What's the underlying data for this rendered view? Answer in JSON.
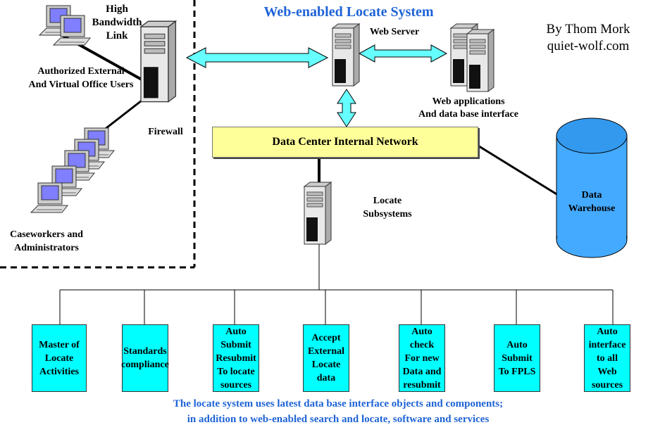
{
  "title": "Web-enabled Locate System",
  "author": "By Thom Mork\nquiet-wolf.com",
  "labels": {
    "high_bandwidth": "High\nBandwidth\nLink",
    "authorized_users": "Authorized External\nAnd Virtual Office Users",
    "firewall": "Firewall",
    "caseworkers": "Caseworkers and\nAdministrators",
    "web_server": "Web Server",
    "web_apps": "Web applications\nAnd  data base interface",
    "data_center": "Data Center Internal Network",
    "locate_subsystems": "Locate\nSubsystems",
    "data_warehouse": "Data\nWarehouse"
  },
  "boxes": [
    "Master of\nLocate\nActivities",
    "Standards\ncompliance",
    "Auto\nSubmit\nResubmit\nTo locate\nsources",
    "Accept\nExternal\nLocate\ndata",
    "Auto check\nFor new\nData and\nresubmit",
    "Auto\nSubmit\nTo FPLS",
    "Auto\ninterface\nto all\nWeb\nsources"
  ],
  "footer": {
    "line1": "The locate system uses latest data base interface objects and components;",
    "line2": "in addition to web-enabled search and locate, software and services"
  },
  "colors": {
    "title": "#1e63d6",
    "arrow": "#66ffff",
    "box": "#00ffff",
    "network": "#ffff99",
    "cylinder": "#44aaff"
  }
}
